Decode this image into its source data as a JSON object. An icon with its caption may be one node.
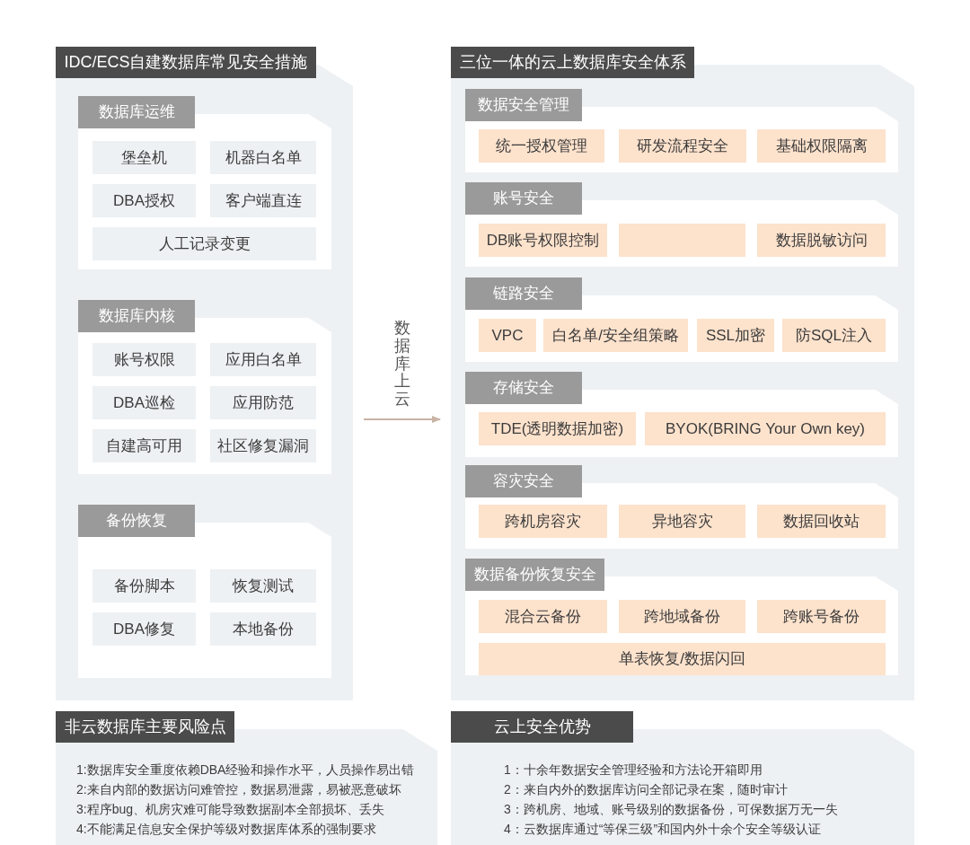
{
  "diagram": {
    "nodes": [
      {
        "text": [
          "IDC/ECS自建数据库常见安全措施"
        ]
      },
      {
        "text": [
          "数据库运维"
        ],
        "in": 0
      },
      {
        "text": [
          "堡垒机"
        ],
        "in": 1
      },
      {
        "text": [
          "机器白名单"
        ],
        "in": 1
      },
      {
        "text": [
          "DBA授权"
        ],
        "in": 1
      },
      {
        "text": [
          "客户端直连"
        ],
        "in": 1
      },
      {
        "text": [
          "人工记录变更"
        ],
        "in": 1
      },
      {
        "text": [
          "数据库内核"
        ],
        "in": 0
      },
      {
        "text": [
          "账号权限"
        ],
        "in": 7
      },
      {
        "text": [
          "应用白名单"
        ],
        "in": 7
      },
      {
        "text": [
          "DBA巡检"
        ],
        "in": 7
      },
      {
        "text": [
          "应用防范"
        ],
        "in": 7
      },
      {
        "text": [
          "自建高可用"
        ],
        "in": 7
      },
      {
        "text": [
          "社区修复漏洞"
        ],
        "in": 7
      },
      {
        "text": [
          "备份恢复"
        ],
        "in": 0
      },
      {
        "text": [
          "备份脚本"
        ],
        "in": 14
      },
      {
        "text": [
          "恢复测试"
        ],
        "in": 14
      },
      {
        "text": [
          "DBA修复"
        ],
        "in": 14
      },
      {
        "text": [
          "本地备份"
        ],
        "in": 14
      },
      {
        "text": [
          "三位一体的云上数据库安全体系"
        ]
      },
      {
        "text": [
          "数据安全管理"
        ],
        "in": 19
      },
      {
        "text": [
          "统一授权管理"
        ],
        "in": 20
      },
      {
        "text": [
          "研发流程安全"
        ],
        "in": 20
      },
      {
        "text": [
          "基础权限隔离"
        ],
        "in": 20
      },
      {
        "text": [
          "账号安全"
        ],
        "in": 19
      },
      {
        "text": [
          "DB账号权限控制"
        ],
        "in": 24
      },
      {
        "text": [],
        "shape": "box",
        "in": 24
      },
      {
        "text": [
          "数据脱敏访问"
        ],
        "in": 24
      },
      {
        "text": [
          "链路安全"
        ],
        "in": 19
      },
      {
        "text": [
          "VPC"
        ],
        "in": 28
      },
      {
        "text": [
          "白名单/安全组策略"
        ],
        "in": 28
      },
      {
        "text": [
          "SSL加密"
        ],
        "in": 28
      },
      {
        "text": [
          "防SQL注入"
        ],
        "in": 28
      },
      {
        "text": [
          "存储安全"
        ],
        "in": 19
      },
      {
        "text": [
          "TDE(透明数据加密)"
        ],
        "in": 33
      },
      {
        "text": [
          "BYOK(BRING Your Own key)"
        ],
        "in": 33
      },
      {
        "text": [
          "容灾安全"
        ],
        "in": 19
      },
      {
        "text": [
          "跨机房容灾"
        ],
        "in": 36
      },
      {
        "text": [
          "异地容灾"
        ],
        "in": 36
      },
      {
        "text": [
          "数据回收站"
        ],
        "in": 36
      },
      {
        "text": [
          "数据备份恢复安全"
        ],
        "in": 19
      },
      {
        "text": [
          "混合云备份"
        ],
        "in": 40
      },
      {
        "text": [
          "跨地域备份"
        ],
        "in": 40
      },
      {
        "text": [
          "跨账号备份"
        ],
        "in": 40
      },
      {
        "text": [
          "单表恢复/数据闪回"
        ],
        "in": 40
      },
      {
        "text": [
          "非云数据库主要风险点"
        ]
      },
      {
        "text": [
          "1:数据库安全重度依赖DBA经验和操作水平，人员操作易出错",
          "2:来自内部的数据访问难管控，数据易泄露，易被恶意破坏",
          "3:程序bug、机房灾难可能导致数据副本全部损坏、丢失",
          "4:不能满足信息安全保护等级对数据库体系的强制要求"
        ],
        "in": 45
      },
      {
        "text": [
          "云上安全优势"
        ]
      },
      {
        "text": [
          "1：十余年数据安全管理经验和方法论开箱即用",
          "2：来自内外的数据库访问全部记录在案，随时审计",
          "3：跨机房、地域、账号级别的数据备份，可保数据万无一失",
          "4：云数据库通过“等保三级”和国内外十余个安全等级认证"
        ],
        "in": 47
      }
    ],
    "edges": [
      {
        "from": 0,
        "to": 19,
        "arrow": "to",
        "label": "数据库上云"
      }
    ]
  }
}
